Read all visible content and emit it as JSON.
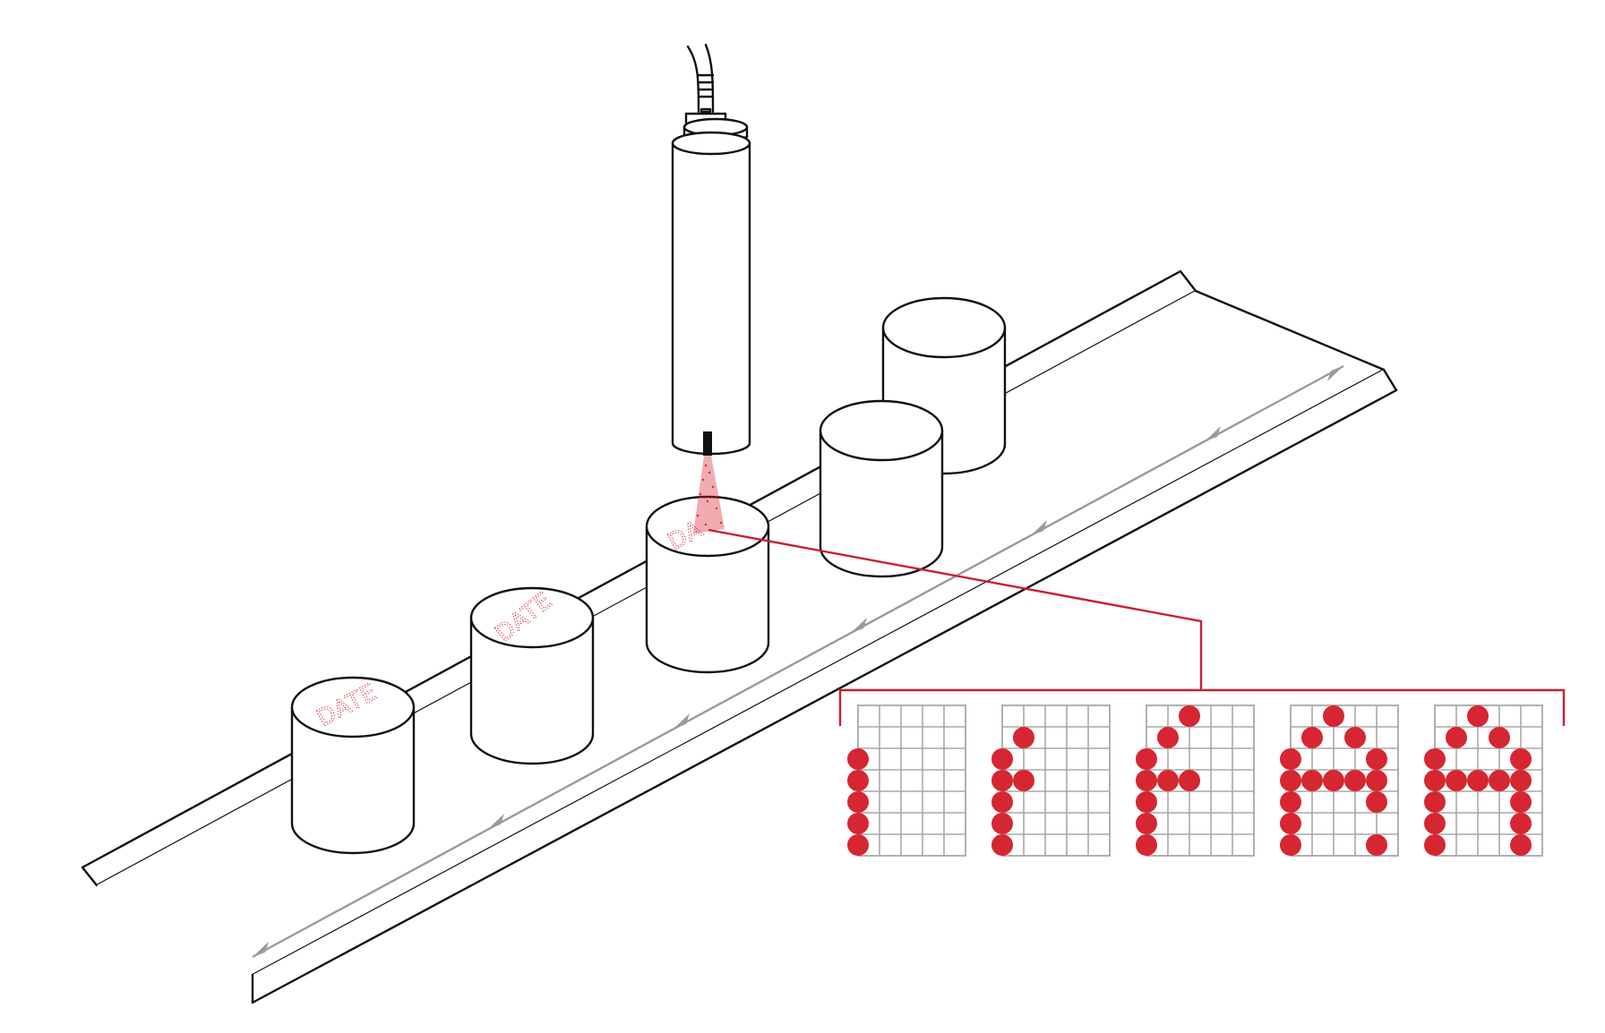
{
  "labels": {
    "stamp_full": "DATE",
    "stamp_partial": "DA"
  },
  "colors": {
    "ink": "#111111",
    "accent_red": "#d62631",
    "flow_gray": "#9a9a9a",
    "grid_gray": "#a8a8a8"
  },
  "dot_matrix": {
    "rows": 7,
    "cols": 5,
    "frames": [
      [
        [
          2,
          0
        ],
        [
          3,
          0
        ],
        [
          4,
          0
        ],
        [
          5,
          0
        ],
        [
          6,
          0
        ]
      ],
      [
        [
          1,
          1
        ],
        [
          2,
          0
        ],
        [
          3,
          0
        ],
        [
          3,
          1
        ],
        [
          4,
          0
        ],
        [
          5,
          0
        ],
        [
          6,
          0
        ]
      ],
      [
        [
          0,
          2
        ],
        [
          1,
          1
        ],
        [
          2,
          0
        ],
        [
          3,
          0
        ],
        [
          3,
          1
        ],
        [
          3,
          2
        ],
        [
          4,
          0
        ],
        [
          5,
          0
        ],
        [
          6,
          0
        ]
      ],
      [
        [
          0,
          2
        ],
        [
          1,
          1
        ],
        [
          1,
          3
        ],
        [
          2,
          0
        ],
        [
          2,
          4
        ],
        [
          3,
          0
        ],
        [
          3,
          1
        ],
        [
          3,
          2
        ],
        [
          3,
          3
        ],
        [
          3,
          4
        ],
        [
          4,
          0
        ],
        [
          4,
          4
        ],
        [
          5,
          0
        ],
        [
          6,
          0
        ],
        [
          6,
          4
        ]
      ],
      [
        [
          0,
          2
        ],
        [
          1,
          1
        ],
        [
          1,
          3
        ],
        [
          2,
          0
        ],
        [
          2,
          4
        ],
        [
          3,
          0
        ],
        [
          3,
          1
        ],
        [
          3,
          2
        ],
        [
          3,
          3
        ],
        [
          3,
          4
        ],
        [
          4,
          0
        ],
        [
          4,
          4
        ],
        [
          5,
          0
        ],
        [
          5,
          4
        ],
        [
          6,
          0
        ],
        [
          6,
          4
        ]
      ]
    ]
  }
}
